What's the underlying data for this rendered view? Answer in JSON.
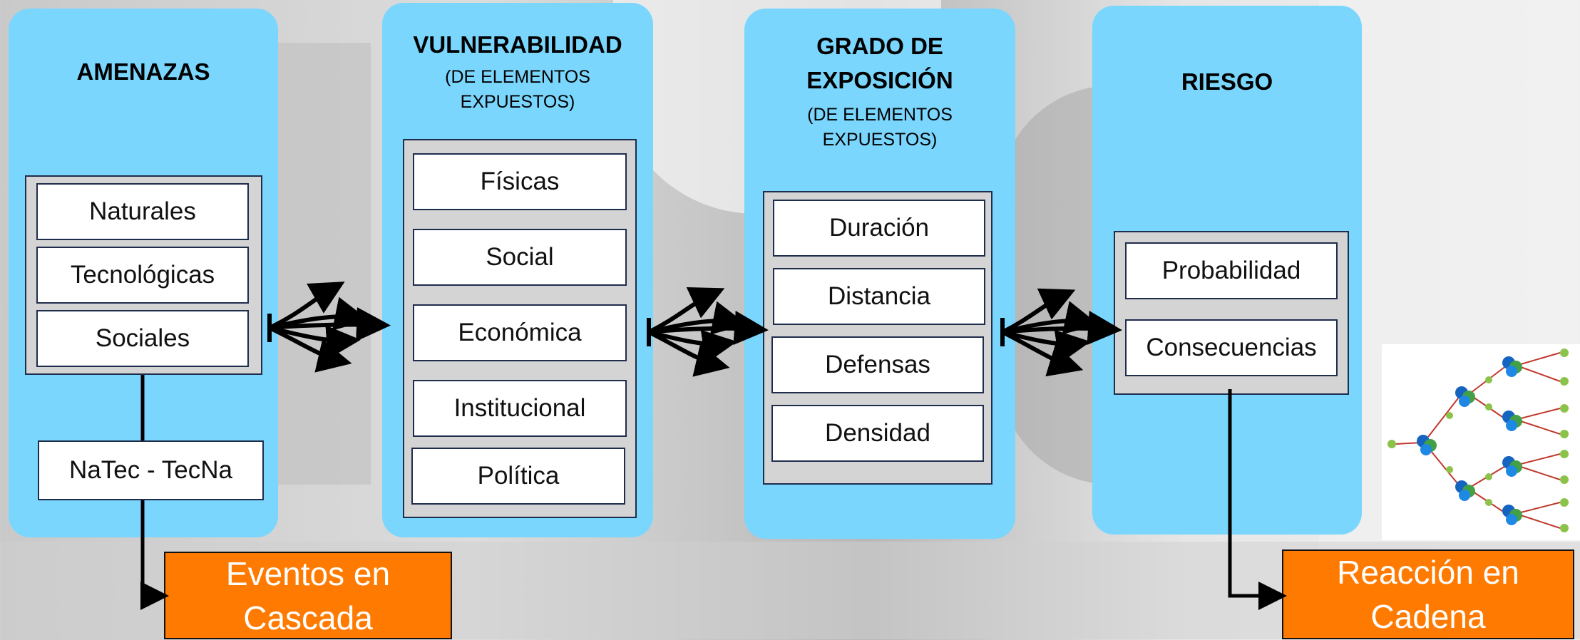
{
  "columns": [
    {
      "title_lines": [
        "AMENAZAS"
      ],
      "sub_lines": [],
      "items": [
        "Naturales",
        "Tecnológicas",
        "Sociales"
      ]
    },
    {
      "title_lines": [
        "VULNERABILIDAD"
      ],
      "sub_lines": [
        "(DE ELEMENTOS",
        "EXPUESTOS)"
      ],
      "items": [
        "Físicas",
        "Social",
        "Económica",
        "Institucional",
        "Política"
      ]
    },
    {
      "title_lines": [
        "GRADO DE",
        "EXPOSICIÓN"
      ],
      "sub_lines": [
        "(DE ELEMENTOS",
        "EXPUESTOS)"
      ],
      "items": [
        "Duración",
        "Distancia",
        "Defensas",
        "Densidad"
      ]
    },
    {
      "title_lines": [
        "RIESGO"
      ],
      "sub_lines": [],
      "items": [
        "Probabilidad",
        "Consecuencias"
      ]
    }
  ],
  "natec_box": "NaTec - TecNa",
  "outputs": {
    "cascade": [
      "Eventos en",
      "Cascada"
    ],
    "chain": [
      "Reacción en",
      "Cadena"
    ]
  }
}
